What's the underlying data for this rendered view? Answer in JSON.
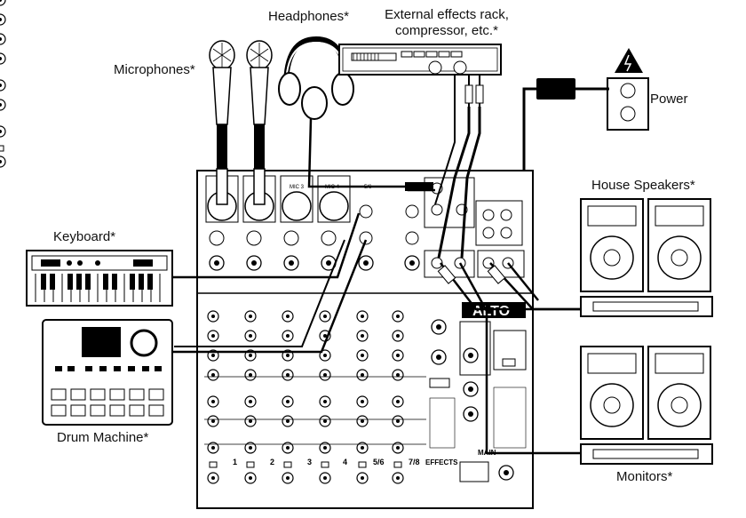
{
  "labels": {
    "headphones": "Headphones*",
    "effects_line1": "External effects rack,",
    "effects_line2": "compressor, etc.*",
    "microphones": "Microphones*",
    "power": "Power",
    "house_speakers": "House Speakers*",
    "keyboard": "Keyboard*",
    "drum_machine": "Drum Machine*",
    "monitors": "Monitors*"
  },
  "mixer": {
    "channel_numbers": [
      "1",
      "2",
      "3",
      "4",
      "5/6",
      "7/8"
    ],
    "effects_label": "EFFECTS",
    "main_label": "MAIN",
    "top_labels": [
      "MIC 3",
      "MIC 4",
      "5/6"
    ],
    "brand": "ALTO"
  },
  "colors": {
    "ink": "#000000",
    "panel": "#ffffff",
    "device_fill": "#f4f4f4"
  }
}
